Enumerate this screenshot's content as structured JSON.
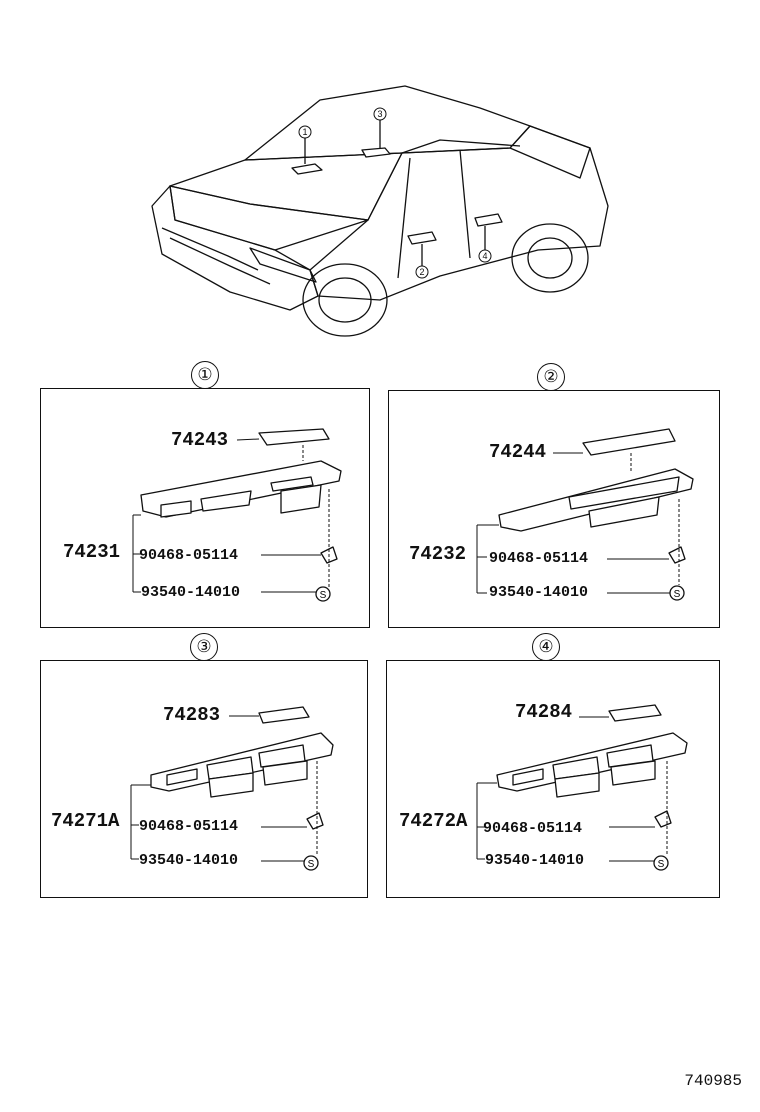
{
  "car_markers": [
    "1",
    "2",
    "3",
    "4"
  ],
  "panels": [
    {
      "number": "①",
      "cover": "74243",
      "assembly": "74231",
      "screw": "90468-05114",
      "clip": "93540-14010",
      "s_mark": "S"
    },
    {
      "number": "②",
      "cover": "74244",
      "assembly": "74232",
      "screw": "90468-05114",
      "clip": "93540-14010",
      "s_mark": "S"
    },
    {
      "number": "③",
      "cover": "74283",
      "assembly": "74271A",
      "screw": "90468-05114",
      "clip": "93540-14010",
      "s_mark": "S"
    },
    {
      "number": "④",
      "cover": "74284",
      "assembly": "74272A",
      "screw": "90468-05114",
      "clip": "93540-14010",
      "s_mark": "S"
    }
  ],
  "diagram_code": "740985"
}
